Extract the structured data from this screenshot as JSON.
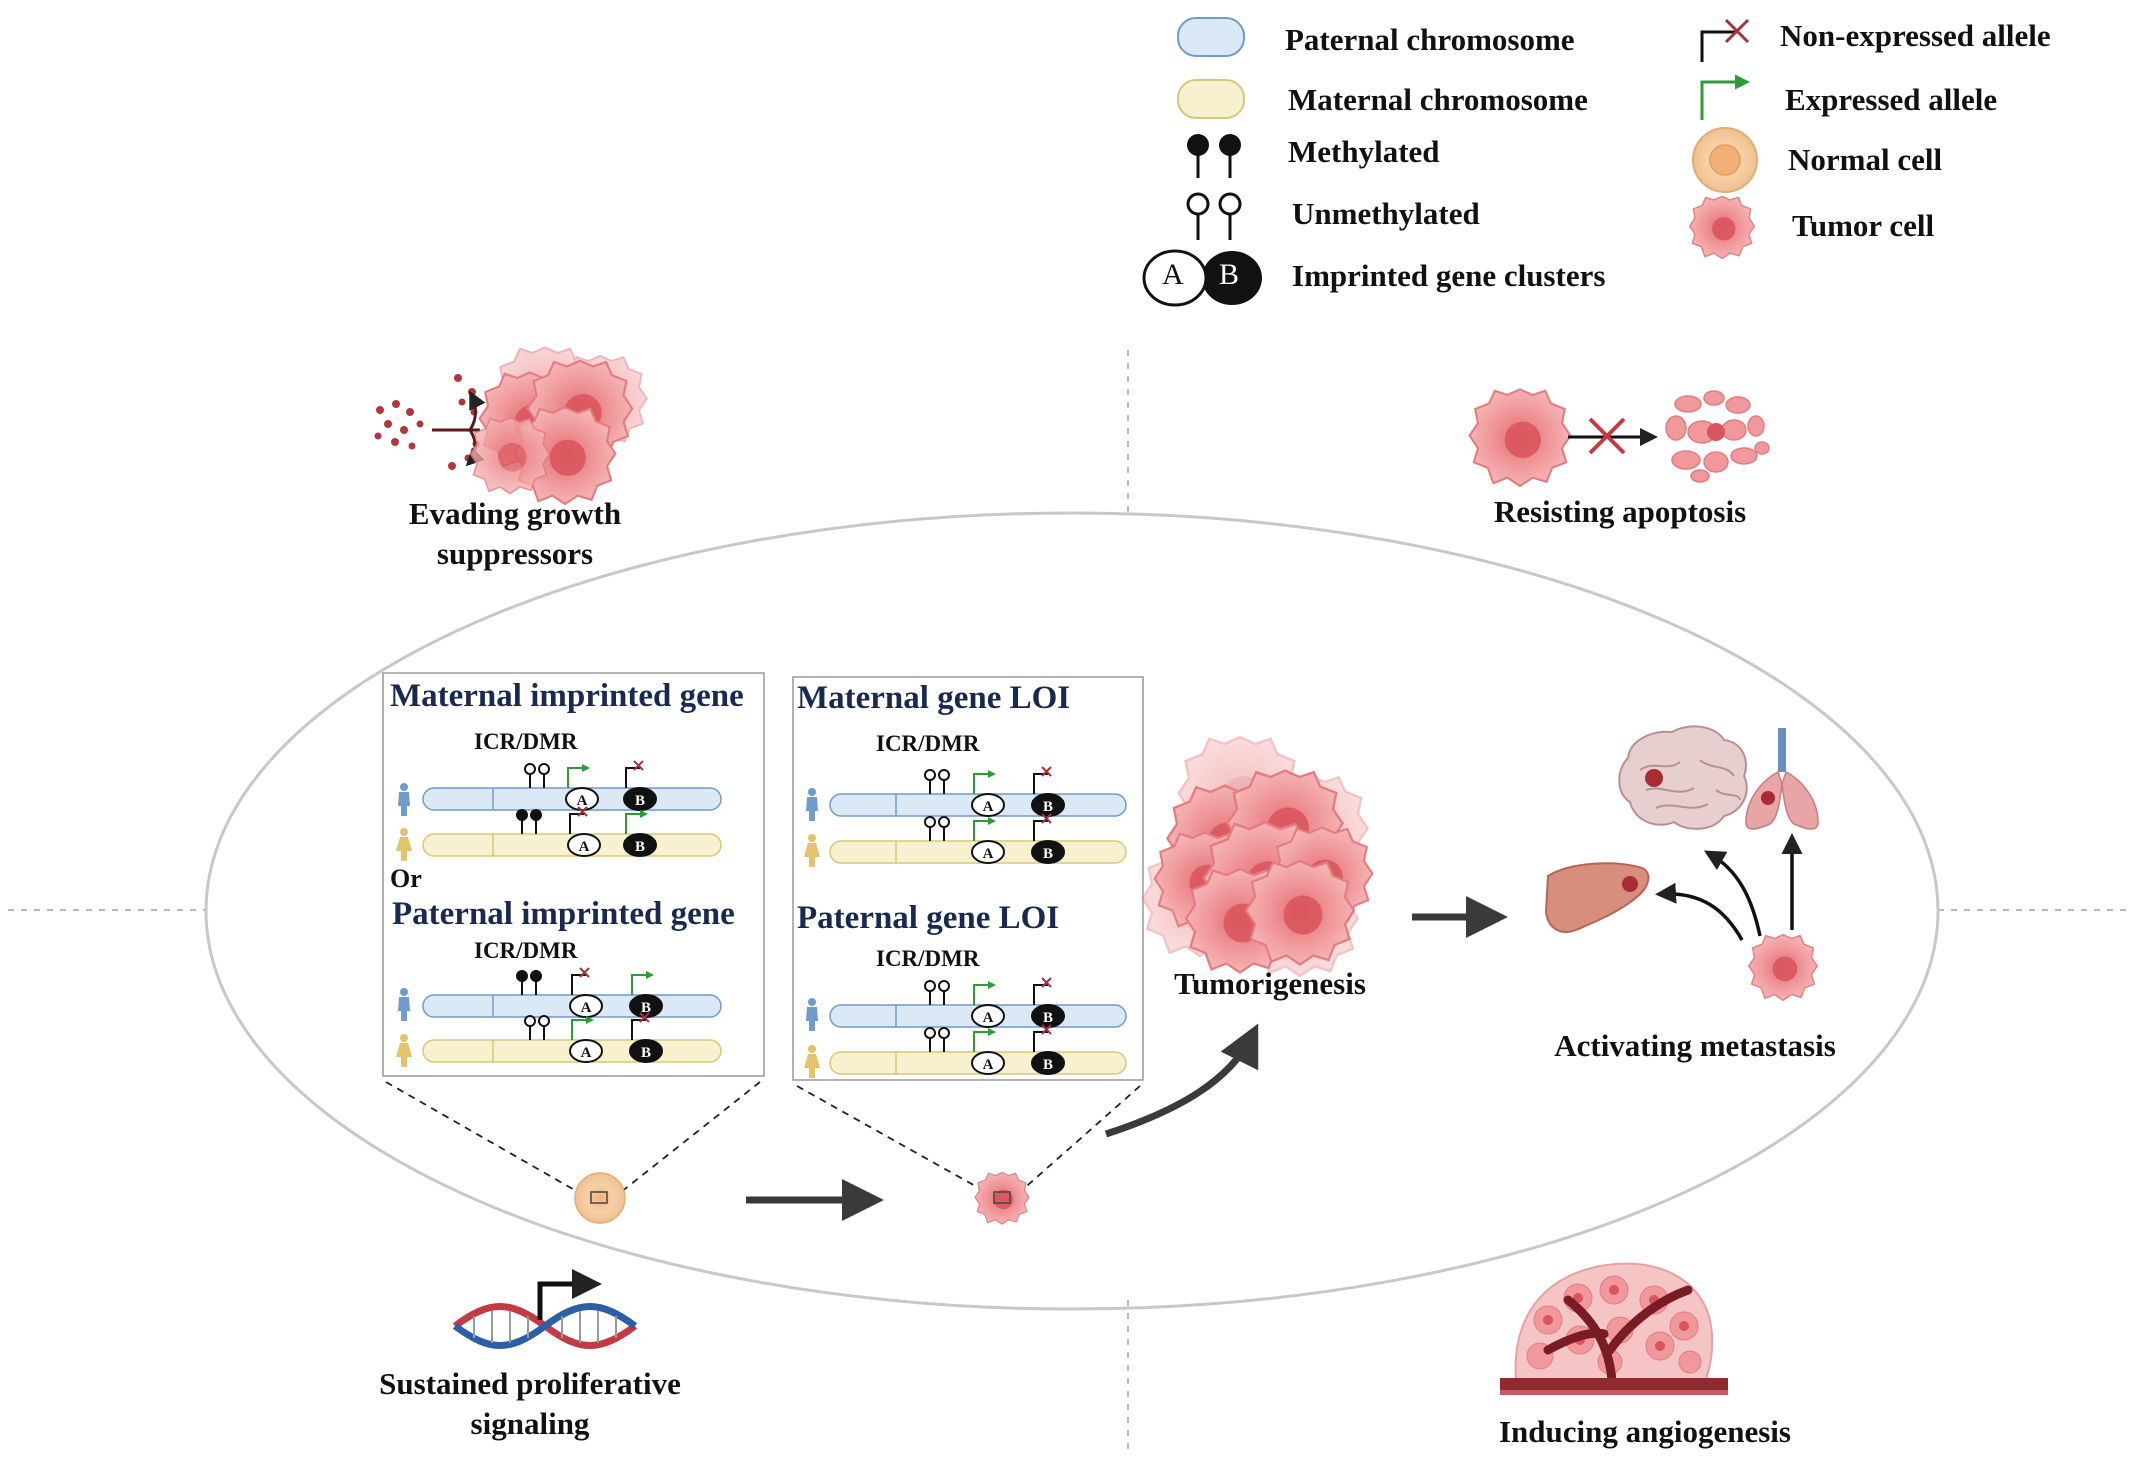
{
  "legend": {
    "paternal": "Paternal chromosome",
    "maternal": "Maternal chromosome",
    "methylated": "Methylated",
    "unmethylated": "Unmethylated",
    "clusters": "Imprinted gene clusters",
    "gene_a": "A",
    "gene_b": "B",
    "non_expressed": "Non-expressed allele",
    "expressed": "Expressed allele",
    "normal_cell": "Normal cell",
    "tumor_cell": "Tumor cell"
  },
  "hallmarks": {
    "evading_1": "Evading growth",
    "evading_2": "suppressors",
    "resisting": "Resisting apoptosis",
    "metastasis": "Activating metastasis",
    "proliferative_1": "Sustained proliferative",
    "proliferative_2": "signaling",
    "angiogenesis": "Inducing angiogenesis",
    "tumorigenesis": "Tumorigenesis"
  },
  "left_box": {
    "maternal_title": "Maternal imprinted gene",
    "icr1": "ICR/DMR",
    "or": "Or",
    "paternal_title": "Paternal imprinted gene",
    "icr2": "ICR/DMR"
  },
  "right_box": {
    "maternal_title": "Maternal gene LOI",
    "icr1": "ICR/DMR",
    "paternal_title": "Paternal gene LOI",
    "icr2": "ICR/DMR"
  },
  "colors": {
    "paternal_fill": "#dbe9f7",
    "paternal_stroke": "#6f9cc9",
    "maternal_fill": "#f7f1cf",
    "maternal_stroke": "#d8c77a",
    "tumor": "#ee8f93",
    "normal": "#f6c99a",
    "expressed": "#2f9b35",
    "non_expressed": "#a3323a",
    "title_navy": "#1a2a4f"
  }
}
